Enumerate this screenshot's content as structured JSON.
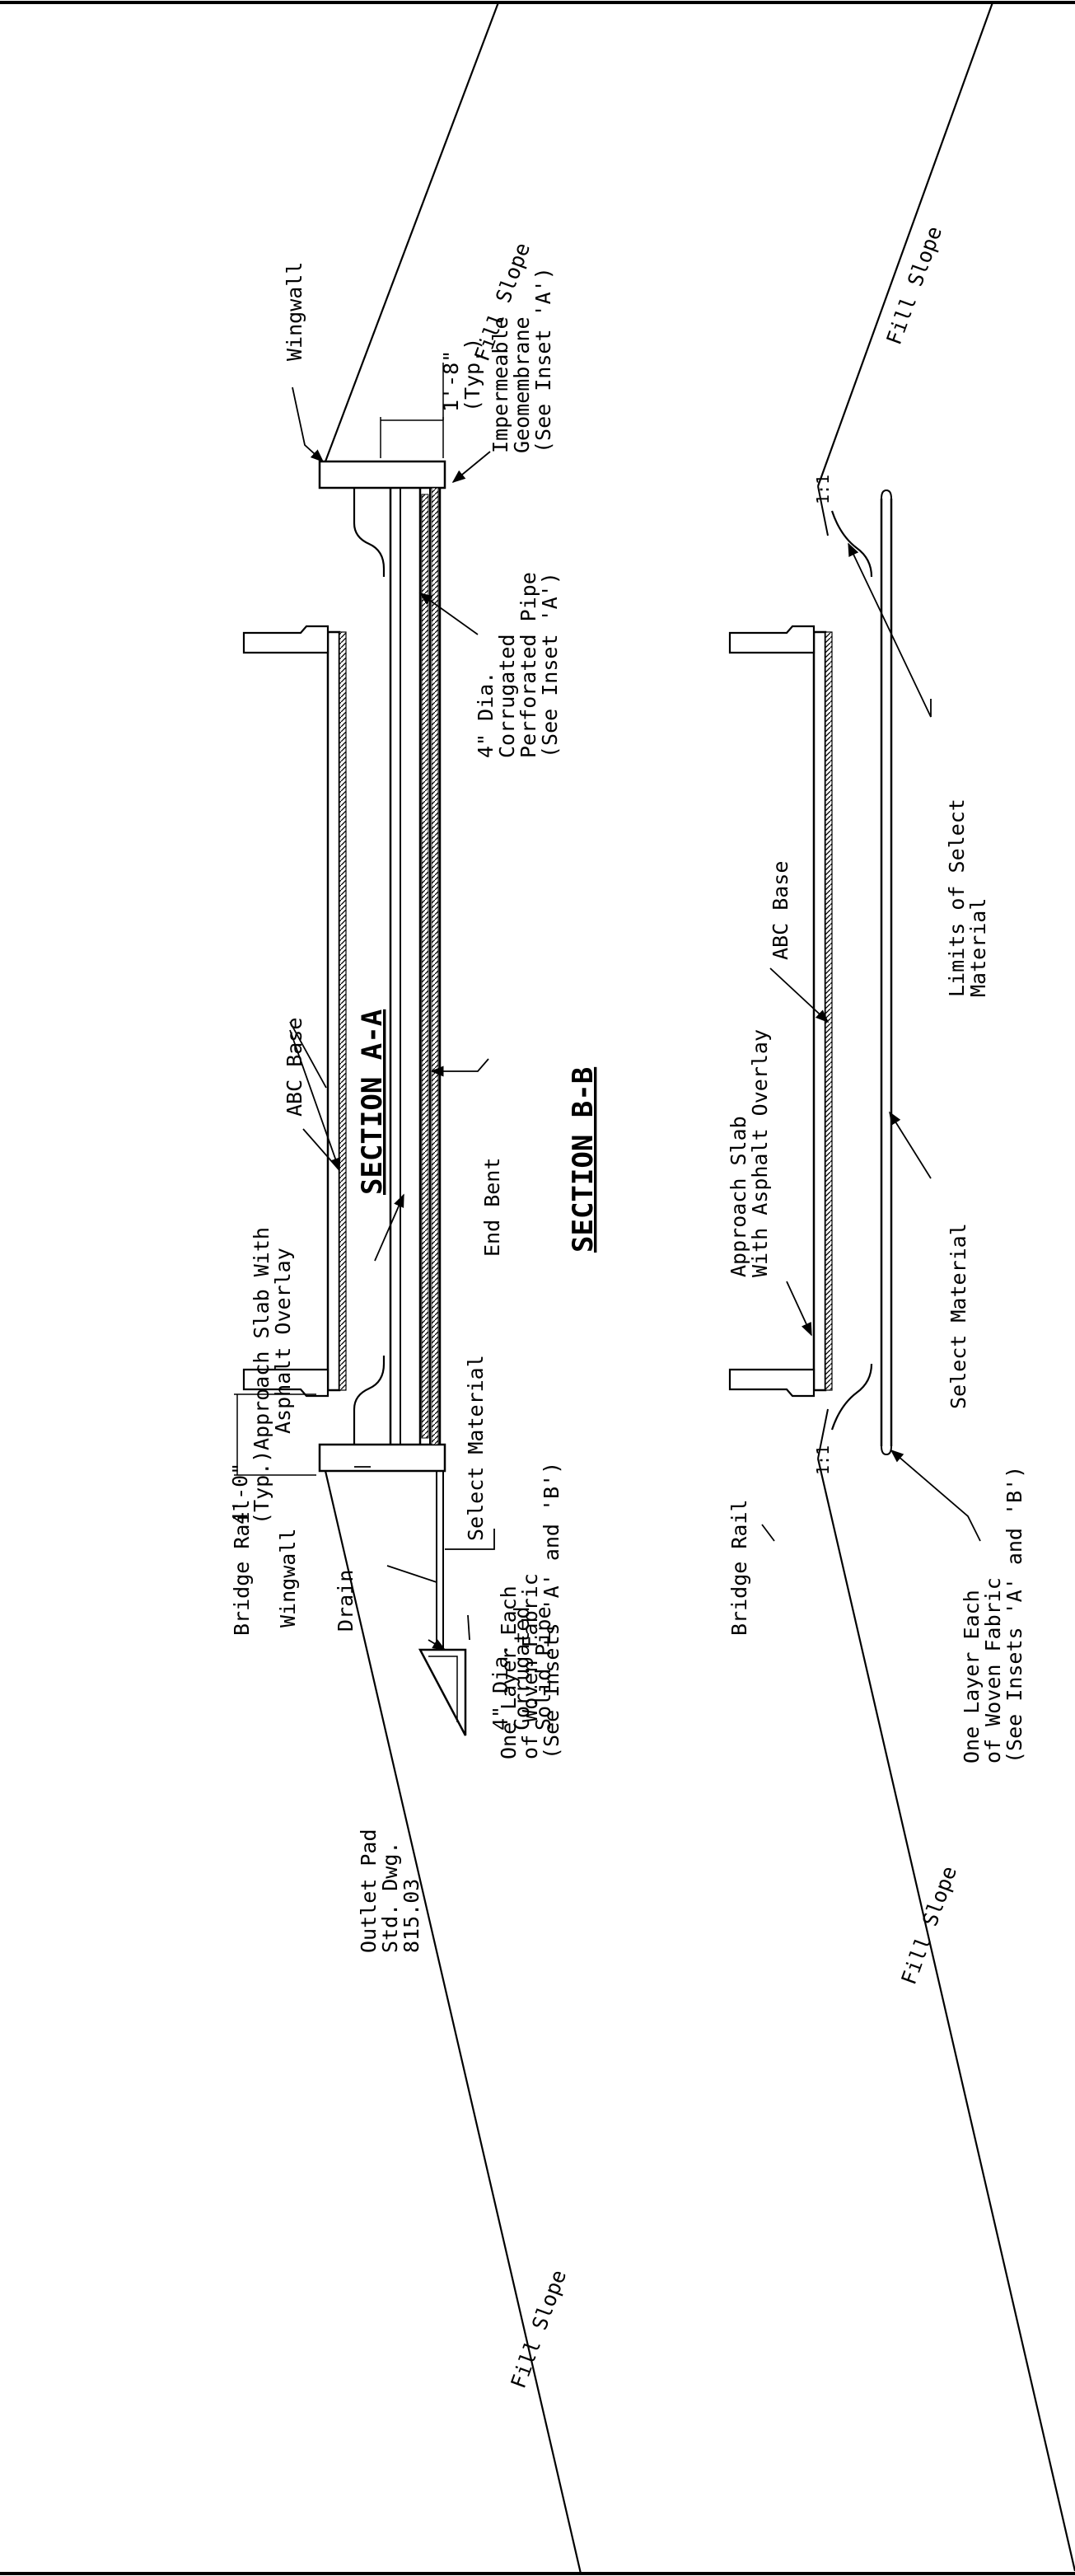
{
  "section_a": {
    "title": "SECTION A-A",
    "fill_slope_top": "Fill Slope",
    "fill_slope_bottom": "Fill Slope",
    "wingwall_top": "Wingwall",
    "wingwall_bottom": "Wingwall",
    "dim_top": {
      "value": "1'-8\"",
      "note": "(Typ.)"
    },
    "dim_bottom": {
      "value": "4'-0\"",
      "note": "(Typ.)"
    },
    "geomembrane": [
      "Impermeable",
      "Geomembrane",
      "(See Inset 'A')"
    ],
    "perforated_pipe": [
      "4\" Dia.",
      "Corrugated",
      "Perforated Pipe",
      "(See Inset 'A')"
    ],
    "abc_base": "ABC Base",
    "approach_slab": [
      "Approach Slab With",
      "Asphalt Overlay"
    ],
    "bridge_rail": "Bridge Rail",
    "end_bent": "End Bent",
    "select_material": "Select Material",
    "woven_fabric": [
      "One Layer Each",
      "of Woven Fabric",
      "(See Insets 'A' and 'B')"
    ],
    "drain": "Drain",
    "solid_pipe": [
      "4\" Dia.",
      "Corrugated",
      "Solid Pipe"
    ],
    "outlet_pad": [
      "Outlet Pad",
      "Std. Dwg.",
      "815.03"
    ]
  },
  "section_b": {
    "title": "SECTION B-B",
    "fill_slope_top": "Fill Slope",
    "fill_slope_bottom": "Fill Slope",
    "slope_ratio_top": "1:1",
    "slope_ratio_bottom": "1:1",
    "abc_base": "ABC Base",
    "limits": [
      "Limits of Select",
      "Material"
    ],
    "approach_slab": [
      "Approach Slab",
      "With Asphalt Overlay"
    ],
    "select_material": "Select Material",
    "bridge_rail": "Bridge Rail",
    "woven_fabric": [
      "One Layer Each",
      "of Woven Fabric",
      "(See Insets 'A' and 'B')"
    ]
  }
}
